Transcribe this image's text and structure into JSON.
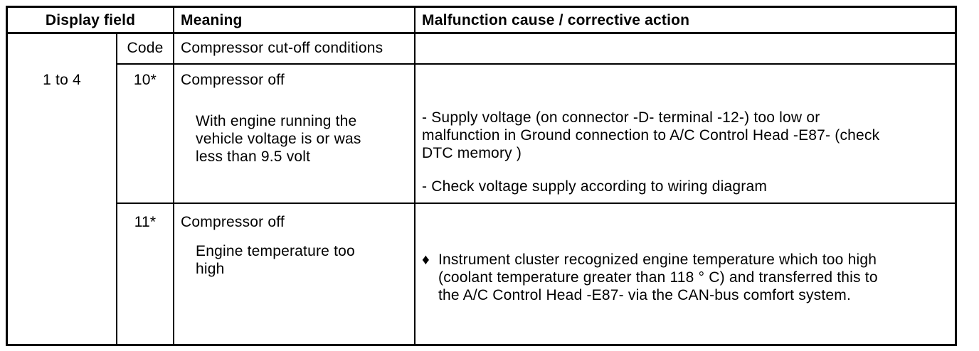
{
  "page": {
    "background": "#ffffff",
    "text_color": "#000000",
    "border_color": "#000000"
  },
  "table": {
    "headers": {
      "display_field": "Display field",
      "meaning": "Meaning",
      "malfunction": "Malfunction cause / corrective action"
    },
    "display_field_value": "1 to 4",
    "rows": [
      {
        "code": "Code",
        "meaning_title": "Compressor cut-off conditions",
        "malfunction_text": ""
      },
      {
        "code": "10*",
        "meaning_title": "Compressor off",
        "meaning_detail_lines": [
          "With engine running the",
          "vehicle voltage is or was",
          "less than 9.5 volt"
        ],
        "malfunction_paragraphs": [
          {
            "lines": [
              "- Supply voltage (on connector -D- terminal -12-) too low or",
              "malfunction in Ground connection to A/C Control Head -E87- (check",
              "DTC memory )"
            ]
          },
          {
            "lines": [
              "- Check voltage supply according to wiring diagram"
            ]
          }
        ]
      },
      {
        "code": "11*",
        "meaning_title": "Compressor off",
        "meaning_detail_lines": [
          "Engine temperature too",
          "high"
        ],
        "malfunction_paragraphs": [
          {
            "bullet": "♦",
            "lines": [
              "Instrument cluster recognized engine temperature which too high",
              "(coolant temperature greater than 118 ° C) and transferred this to",
              "the A/C Control Head -E87- via the CAN-bus comfort system."
            ]
          }
        ]
      }
    ]
  }
}
